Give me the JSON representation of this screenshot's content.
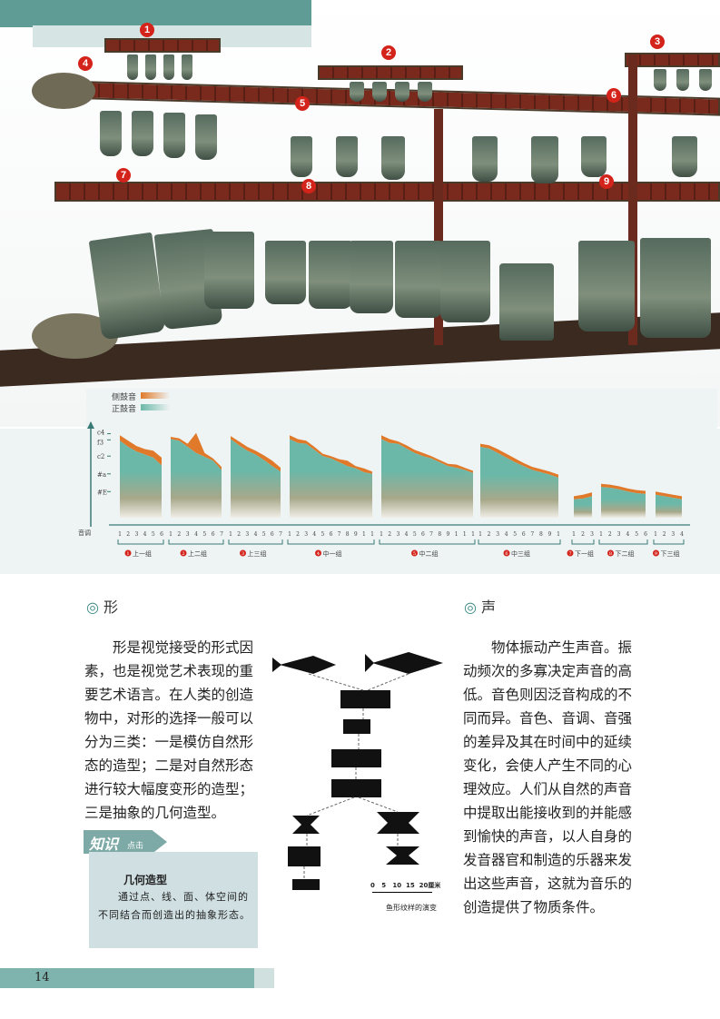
{
  "photo": {
    "markers": [
      "1",
      "2",
      "3",
      "4",
      "5",
      "6",
      "7",
      "8",
      "9"
    ]
  },
  "legend": {
    "side": "侧鼓音",
    "front": "正鼓音",
    "colors": {
      "side": "#e07a2a",
      "front": "#6bb8a8"
    }
  },
  "chart_data": {
    "type": "area",
    "ylabel": "音调",
    "yticks": [
      "c4",
      "f3",
      "c2",
      "#a",
      "#E"
    ],
    "groups": [
      {
        "label": "上一组",
        "marker": "1",
        "ticks": [
          "1",
          "2",
          "3",
          "4",
          "5",
          "6"
        ],
        "front": [
          88,
          80,
          74,
          70,
          66,
          56
        ],
        "side": [
          95,
          88,
          81,
          77,
          75,
          66
        ]
      },
      {
        "label": "上二组",
        "marker": "2",
        "ticks": [
          "1",
          "2",
          "3",
          "4",
          "5",
          "6",
          "7"
        ],
        "front": [
          90,
          88,
          80,
          72,
          67,
          62,
          50
        ],
        "side": [
          93,
          91,
          84,
          98,
          72,
          65,
          54
        ]
      },
      {
        "label": "上三组",
        "marker": "3",
        "ticks": [
          "1",
          "2",
          "3",
          "4",
          "5",
          "6",
          "7"
        ],
        "front": [
          90,
          82,
          75,
          70,
          63,
          55,
          48
        ],
        "side": [
          94,
          87,
          80,
          75,
          69,
          62,
          53
        ]
      },
      {
        "label": "中一组",
        "marker": "4",
        "ticks": [
          "1",
          "2",
          "3",
          "4",
          "5",
          "6",
          "7",
          "8",
          "9",
          "1",
          "1"
        ],
        "front": [
          90,
          85,
          84,
          76,
          68,
          65,
          60,
          55,
          52,
          47,
          45
        ],
        "side": [
          95,
          90,
          88,
          80,
          71,
          68,
          64,
          62,
          55,
          52,
          48
        ]
      },
      {
        "label": "中二组",
        "marker": "5",
        "ticks": [
          "1",
          "2",
          "3",
          "4",
          "5",
          "6",
          "7",
          "8",
          "9",
          "1",
          "1",
          "1"
        ],
        "front": [
          90,
          85,
          84,
          78,
          72,
          68,
          65,
          60,
          55,
          53,
          50,
          46
        ],
        "side": [
          95,
          90,
          87,
          82,
          76,
          72,
          68,
          63,
          58,
          57,
          53,
          49
        ]
      },
      {
        "label": "中三组",
        "marker": "6",
        "ticks": [
          "1",
          "2",
          "3",
          "4",
          "5",
          "6",
          "7",
          "8",
          "9",
          "1"
        ],
        "front": [
          80,
          78,
          72,
          66,
          60,
          55,
          50,
          47,
          44,
          40
        ],
        "side": [
          84,
          82,
          77,
          71,
          65,
          59,
          54,
          51,
          48,
          44
        ]
      },
      {
        "label": "下一组",
        "marker": "7",
        "ticks": [
          "1",
          "2",
          "3"
        ],
        "front": [
          12,
          13,
          16
        ],
        "side": [
          16,
          18,
          21
        ]
      },
      {
        "label": "下二组",
        "marker": "8",
        "ticks": [
          "1",
          "2",
          "3",
          "4",
          "5",
          "6"
        ],
        "front": [
          28,
          27,
          25,
          22,
          20,
          19
        ],
        "side": [
          32,
          31,
          29,
          26,
          24,
          23
        ]
      },
      {
        "label": "下三组",
        "marker": "9",
        "ticks": [
          "1",
          "2",
          "3",
          "4"
        ],
        "front": [
          18,
          16,
          14,
          12
        ],
        "side": [
          22,
          20,
          18,
          16
        ]
      }
    ]
  },
  "left": {
    "heading": "形",
    "para": "形是视觉接受的形式因素，也是视觉艺术表现的重要艺术语言。在人类的创造物中，对形的选择一般可以分为三类：一是模仿自然形态的造型；二是对自然形态进行较大幅度变形的造型；三是抽象的几何造型。"
  },
  "tip": {
    "flag": "知识",
    "flag_sub": "点击",
    "title": "几何造型",
    "body": "通过点、线、面、体空间的不同结合而创造出的抽象形态。"
  },
  "figure": {
    "scale": [
      "0",
      "5",
      "10",
      "15",
      "20"
    ],
    "unit": "厘米",
    "caption": "鱼形纹样的演变"
  },
  "right": {
    "heading": "声",
    "para": "物体振动产生声音。振动频次的多寡决定声音的高低。音色则因泛音构成的不同而异。音色、音调、音强的差异及其在时间中的延续变化，会使人产生不同的心理效应。人们从自然的声音中提取出能接收到的并能感到愉快的声音，以人自身的发音器官和制造的乐器来发出这些声音，这就为音乐的创造提供了物质条件。"
  },
  "footer": {
    "page": "14"
  }
}
